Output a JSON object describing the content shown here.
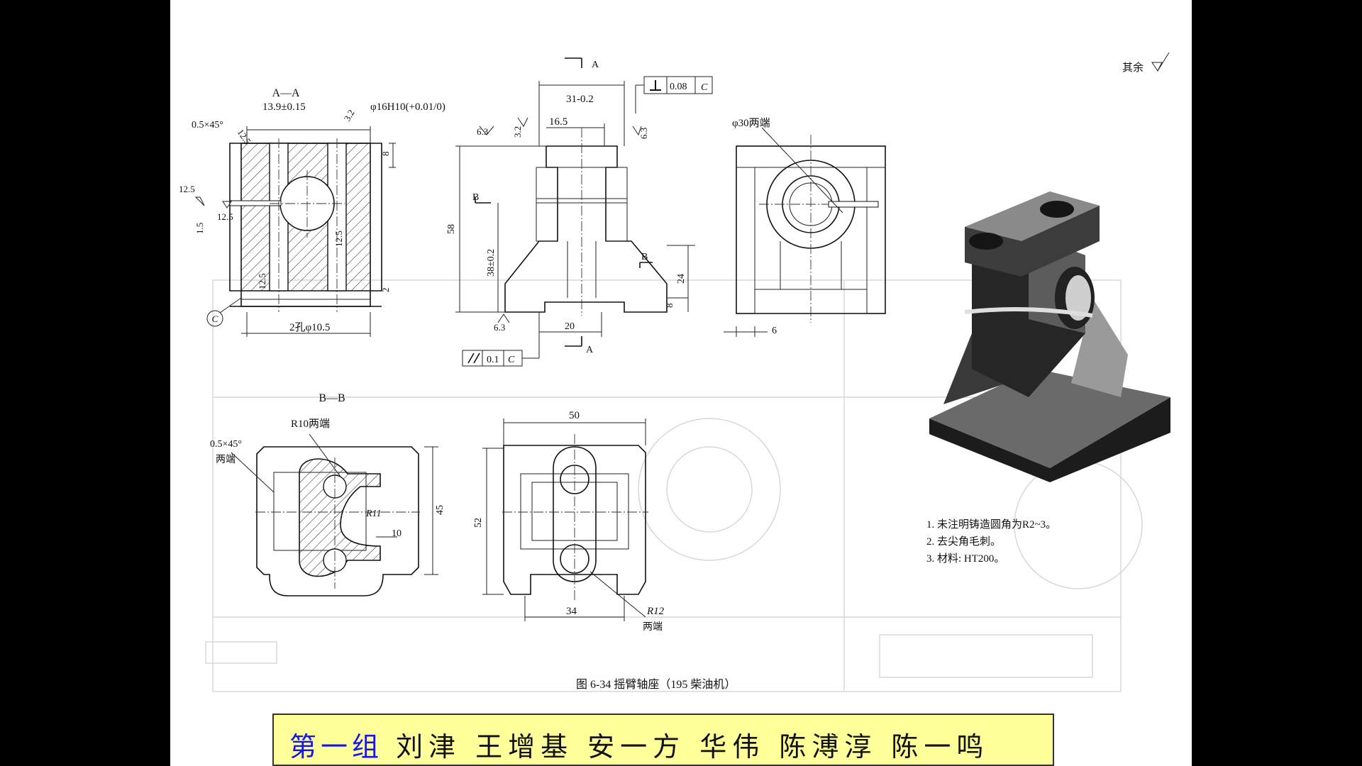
{
  "slide": {
    "group_label": "第一组",
    "member_names": "刘津 王增基 安一方 华伟 陈溥淳 陈一鸣"
  },
  "drawing": {
    "figure_caption": "图 6-34   摇臂轴座（195 柴油机）",
    "section_aa_label": "A—A",
    "section_bb_label": "B—B",
    "other_roughness": "其余",
    "notes": [
      "1. 未注明铸造圆角为R2~3。",
      "2. 去尖角毛刺。",
      "3. 材料: HT200。"
    ],
    "dims": {
      "d13_9": "13.9±0.15",
      "chamfer1": "0.5×45°",
      "d12_5a": "12.5",
      "d3_2a": "3.2",
      "bore": "φ16H10(+0.01/0)",
      "d8a": "8",
      "d12_5b": "12.5",
      "d12_5c": "12.5",
      "d1_5": "1.5",
      "d12_5d": "12.5",
      "d12_5e": "12.5",
      "d2": "2",
      "datum_c": "C",
      "holes": "2孔φ10.5",
      "arrow_a_top": "A",
      "perp_val": "0.08",
      "perp_datum": "C",
      "d31": "31-0.2",
      "d16_5": "16.5",
      "d6_3a": "6.3",
      "d3_2b": "3.2",
      "d6_3b": "6.3",
      "b_top": "B",
      "d58": "58",
      "d38": "38±0.2",
      "b_right": "B",
      "d24": "24",
      "d8b": "8",
      "d6_3c": "6.3",
      "d20": "20",
      "par_val": "0.1",
      "par_datum": "C",
      "arrow_a_bot": "A",
      "phi30": "φ30两端",
      "d6": "6",
      "r10": "R10两端",
      "chamfer2": "0.5×45°",
      "both_ends": "两端",
      "r11": "R11",
      "d10": "10",
      "d45": "45",
      "d50": "50",
      "d52": "52",
      "d34": "34",
      "r12": "R12",
      "r12_ends": "两端"
    }
  }
}
